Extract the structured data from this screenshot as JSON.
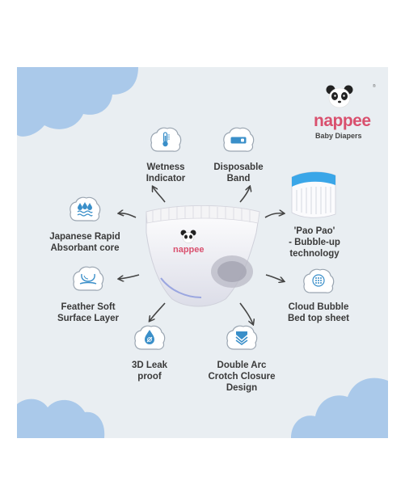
{
  "brand": {
    "name": "nappee",
    "subtitle": "Baby Diapers",
    "mark": "®"
  },
  "product": {
    "logo_text": "nappee"
  },
  "features": {
    "wetness": {
      "line1": "Wetness",
      "line2": "Indicator",
      "icon": "thermometer-icon"
    },
    "band": {
      "line1": "Disposable",
      "line2": "Band",
      "icon": "band-icon"
    },
    "paopao": {
      "line1": "'Pao Pao'",
      "line2": "- Bubble-up",
      "line3": "technology"
    },
    "japanese": {
      "line1": "Japanese Rapid",
      "line2": "Absorbant core",
      "icon": "water-drops-icon"
    },
    "feather": {
      "line1": "Feather Soft",
      "line2": "Surface Layer",
      "icon": "feather-layer-icon"
    },
    "cloud_bubble": {
      "line1": "Cloud Bubble",
      "line2": "Bed top sheet",
      "icon": "bubble-grid-icon"
    },
    "leak": {
      "line1": "3D Leak",
      "line2": "proof",
      "icon": "leak-drop-icon"
    },
    "double_arc": {
      "line1": "Double Arc",
      "line2": "Crotch Closure",
      "line3": "Design",
      "icon": "double-arc-icon"
    }
  },
  "colors": {
    "background": "#e9eef2",
    "cloud": "#aac9ea",
    "accent": "#3a8fc9",
    "brand": "#d9506e",
    "text": "#3a3a3a"
  }
}
